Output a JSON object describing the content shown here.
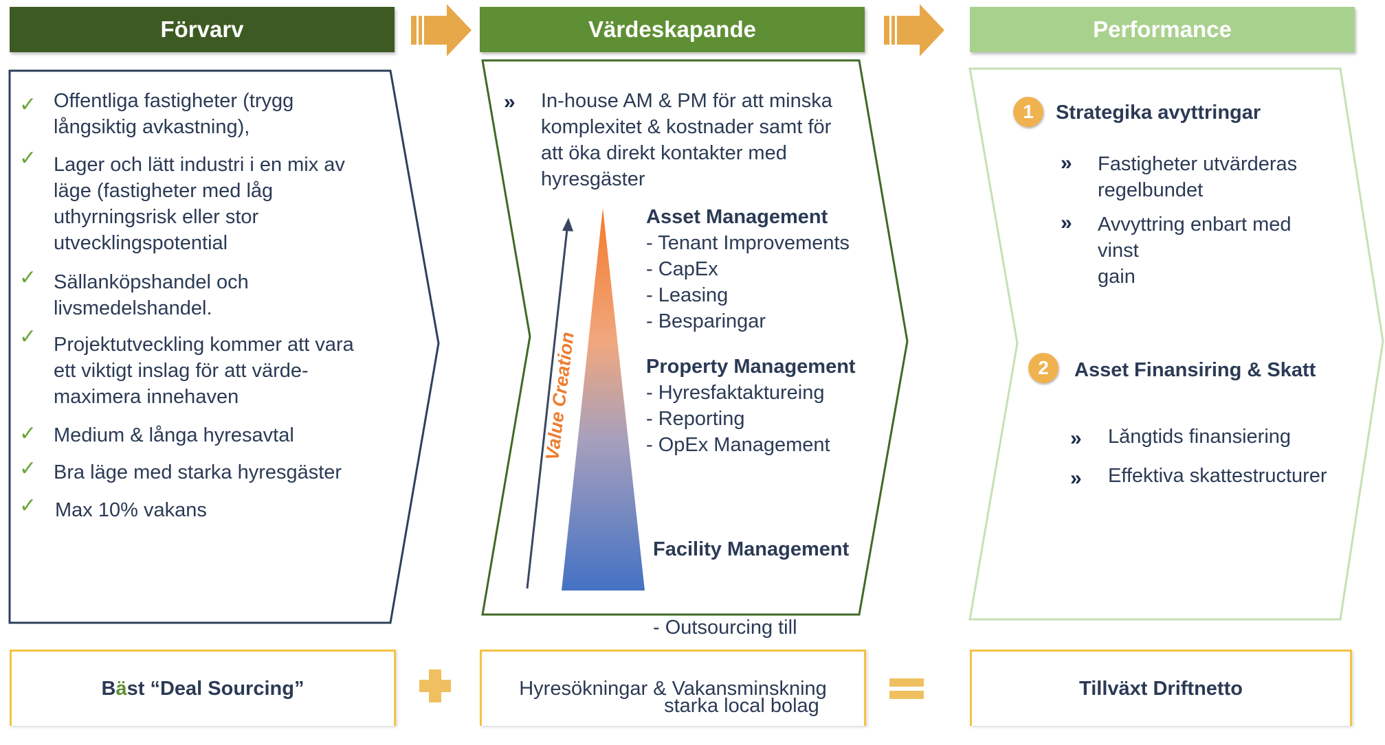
{
  "headers": {
    "col1": "Förvarv",
    "col2": "Värdeskapande",
    "col3": "Performance"
  },
  "colors": {
    "col1_header": "#3d5a22",
    "col2_header": "#5f8f34",
    "col3_header": "#a9d18e",
    "arrow": "#e7a84a",
    "panel1_border": "#2e3f5c",
    "panel2_border": "#3f6a24",
    "panel3_border": "#c6e0b4",
    "bottom_border": "#f5c242"
  },
  "forvarv": {
    "items": [
      "Offentliga fastigheter (trygg\nlångsiktig avkastning),",
      "Lager och lätt industri i en mix av\nläge (fastigheter med låg\nuthyrningsrisk eller stor\nutvecklingspotential",
      "Sällanköpshandel och\nlivsmedelshandel.",
      "Projektutveckling kommer att vara\nett viktigt inslag för att värde-\nmaximera innehaven",
      "Medium & långa hyresavtal",
      "Bra läge med starka hyresgäster",
      "Max 10% vakans"
    ]
  },
  "vardeskapande": {
    "intro": "In-house AM & PM för att minska\nkomplexitet & kostnader samt för\natt öka direkt kontakter med\nhyresgäster",
    "value_creation_label": "Value Creation",
    "asset_management": {
      "title": "Asset Management",
      "items": [
        "- Tenant Improvements",
        "- CapEx",
        "- Leasing",
        "- Besparingar"
      ]
    },
    "property_management": {
      "title": "Property Management",
      "items": [
        "- Hyresfaktaktureing",
        "- Reporting",
        "- OpEx Management"
      ]
    },
    "facility_management": {
      "title": "Facility Management",
      "items": [
        "- Outsourcing till",
        "  starka local bolag"
      ]
    }
  },
  "performance": {
    "sections": [
      {
        "number": "1",
        "title": "Strategika avyttringar",
        "bullets": [
          "Fastigheter utvärderas\nregelbundet",
          "Avvyttring enbart med\nvinst\ngain"
        ]
      },
      {
        "number": "2",
        "title": "Asset Finansiring & Skatt",
        "bullets": [
          "Lǎngtids finansiering",
          "Effektiva skattestructurer"
        ]
      }
    ]
  },
  "bottom": {
    "box1_prefix": "B",
    "box1_highlight": "ä",
    "box1_suffix": "st “Deal Sourcing”",
    "box2": "Hyresökningar & Vakansminskning",
    "box3": "Tillväxt Driftnetto"
  },
  "symbols": {
    "check": "✓",
    "bullet": "»"
  }
}
